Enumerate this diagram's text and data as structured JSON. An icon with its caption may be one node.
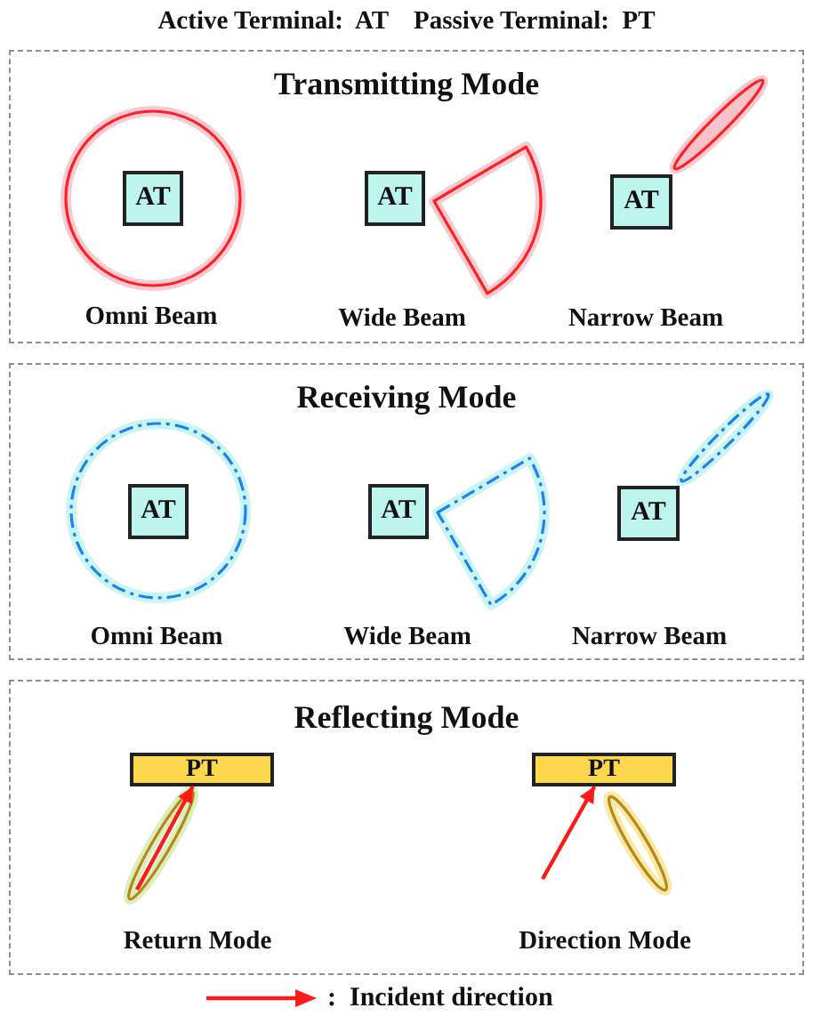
{
  "diagram": {
    "nodes": [
      {
        "text": [
          "Transmitting Mode"
        ]
      },
      {
        "text": [
          "AT"
        ],
        "in": 0,
        "beside": [
          "Omni Beam"
        ]
      },
      {
        "text": [
          "AT"
        ],
        "in": 0,
        "beside": [
          "Wide Beam"
        ]
      },
      {
        "text": [
          "AT"
        ],
        "in": 0,
        "beside": [
          "Narrow Beam"
        ]
      },
      {
        "text": [
          "Receiving Mode"
        ]
      },
      {
        "text": [
          "AT"
        ],
        "in": 4,
        "beside": [
          "Omni Beam"
        ]
      },
      {
        "text": [
          "AT"
        ],
        "in": 4,
        "beside": [
          "Wide Beam"
        ]
      },
      {
        "text": [
          "AT"
        ],
        "in": 4,
        "beside": [
          "Narrow Beam"
        ]
      },
      {
        "text": [
          "Reflecting Mode"
        ]
      },
      {
        "text": [
          "PT"
        ],
        "in": 8
      },
      {
        "text": [
          "PT"
        ],
        "in": 8
      }
    ],
    "edges": [
      {
        "from": null,
        "to": 9,
        "arrow": "to"
      },
      {
        "from": null,
        "to": 10,
        "arrow": "to"
      }
    ],
    "labels": [
      "Active Terminal:  AT",
      "Passive Terminal:  PT",
      "Return Mode",
      "Direction Mode"
    ],
    "legend": [
      {
        "text": ":  Incident direction"
      }
    ]
  }
}
